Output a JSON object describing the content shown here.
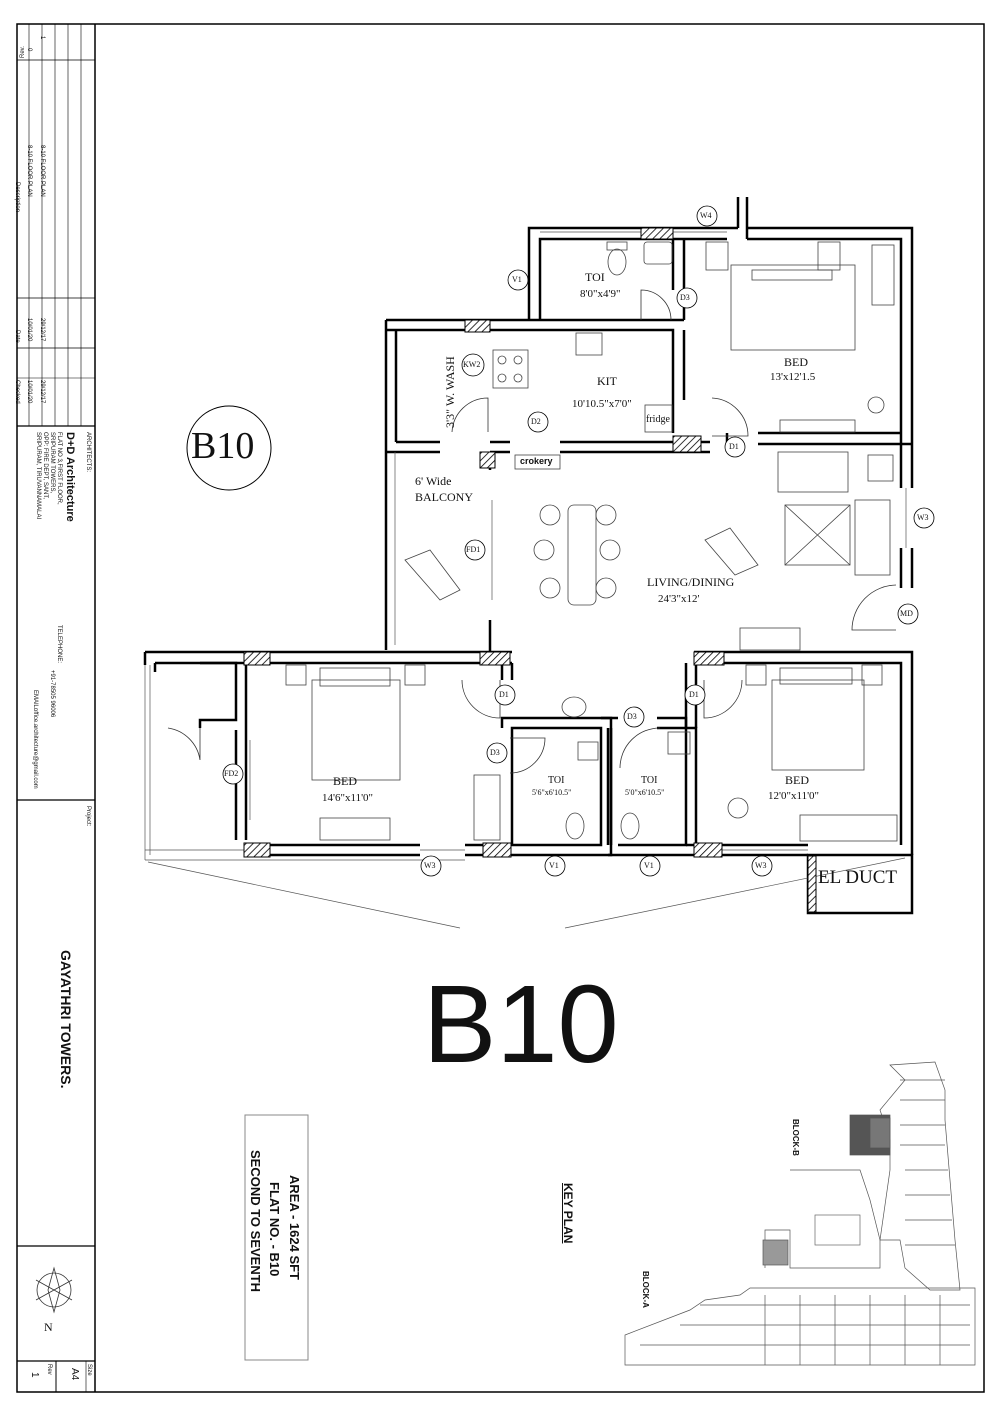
{
  "title_block": {
    "revisions": {
      "headers": {
        "rev": "Rev.",
        "description": "Description",
        "date": "Date",
        "checked": "Checked"
      },
      "rows": [
        {
          "rev": "0",
          "description": "8-10 FLOOR PLAN",
          "date": "10/01/20",
          "checked": "10/01/20"
        },
        {
          "rev": "1",
          "description": "8-10 FLOOR PLAN",
          "date": "29/12/17",
          "checked": "29/12/17"
        }
      ]
    },
    "architects_label": "ARCHITECTS:",
    "firm_name": "D+D Architecture",
    "address_lines": [
      "FLAT NO 3,FIRST FLOOR,",
      "SRIPURAM TOWERS,",
      "OPP: FIRE DEPT, SANT,",
      "SRIPURAM, TIRUVANNAMALAI"
    ],
    "telephone_label": "TELEPHONE:",
    "telephone": "+91-78505 96006",
    "email_label": "EMAIL:",
    "email": "office.architecture@gmail.com",
    "project_label": "Project:",
    "project_name": "GAYATHRI TOWERS.",
    "north": "N",
    "size_label": "Size",
    "size": "A4",
    "rev_label": "Rev",
    "rev": "1"
  },
  "plan": {
    "flat_badge": "B10",
    "big_label": "B10",
    "rooms": {
      "toi_top": {
        "name": "TOI",
        "size": "8'0\"x4'9\""
      },
      "bed_top": {
        "name": "BED",
        "size": "13'x12'1.5"
      },
      "kit": {
        "name": "KIT",
        "size": "10'10.5\"x7'0\""
      },
      "wash": "3'3\" W. WASH",
      "fridge": "fridge",
      "crokery": "crokery",
      "balcony_line1": "6' Wide",
      "balcony_line2": "BALCONY",
      "living": {
        "name": "LIVING/DINING",
        "size": "24'3\"x12'"
      },
      "bed_left": {
        "name": "BED",
        "size": "14'6\"x11'0\""
      },
      "toi_left": {
        "name": "TOI",
        "size": "5'6\"x6'10.5\""
      },
      "toi_right": {
        "name": "TOI",
        "size": "5'0\"x6'10.5\""
      },
      "bed_right": {
        "name": "BED",
        "size": "12'0\"x11'0\""
      },
      "el_duct": "EL DUCT"
    },
    "tags": {
      "w4": "W4",
      "v1": "V1",
      "d3": "D3",
      "kw2": "KW2",
      "d2": "D2",
      "d1": "D1",
      "w3": "W3",
      "fd1": "FD1",
      "md": "MD",
      "fd2": "FD2"
    }
  },
  "info_box": {
    "area": "AREA - 1624 SFT",
    "flat": "FLAT NO. - B10",
    "floors": "SECOND TO SEVENTH"
  },
  "key_plan": {
    "title": "KEY PLAN",
    "block_b": "BLOCK-B",
    "block_a": "BLOCK-A"
  }
}
